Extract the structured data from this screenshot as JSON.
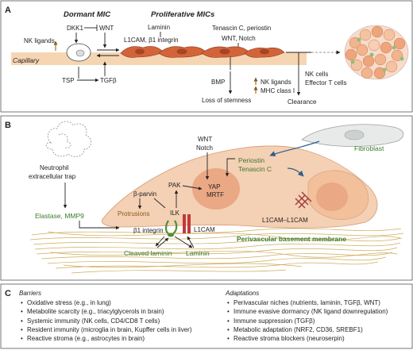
{
  "panels": {
    "a": {
      "letter": "A",
      "dormant_title": "Dormant MIC",
      "proliferative_title": "Proliferative MICs",
      "nk_ligands_left": "NK ligands",
      "dkk1": "DKK1",
      "wnt_left": "WNT",
      "capillary": "Capillary",
      "tsp": "TSP",
      "tgfb": "TGFβ",
      "laminin": "Laminin",
      "l1cam_b1": "L1CAM, β1 integrin",
      "tenascin_periostin": "Tenascin C, periostin",
      "wnt_notch": "WNT, Notch",
      "bmp": "BMP",
      "loss_of_stemness": "Loss of stemness",
      "nk_ligands_right": "NK ligands",
      "mhc_class_i": "MHC class I",
      "clearance": "Clearance",
      "nk_cells": "NK cells",
      "effector_t_cells": "Effector T cells"
    },
    "b": {
      "letter": "B",
      "neutrophil_trap_1": "Neutrophil",
      "neutrophil_trap_2": "extracellular trap",
      "elastase": "Elastase, MMP9",
      "wnt": "WNT",
      "notch": "Notch",
      "fibroblast": "Fibroblast",
      "periostin": "Periostin",
      "tenascin_c": "Tenascin C",
      "pak": "PAK",
      "yap": "YAP",
      "mrtf": "MRTF",
      "beta_parvin": "β-parvin",
      "protrusions": "Protrusions",
      "ilk": "ILK",
      "b1_integrin": "β1 integrin",
      "l1cam": "L1CAM",
      "l1cam_l1cam": "L1CAM–L1CAM",
      "perivascular_bm": "Perivascular basement membrane",
      "cleaved_laminin": "Cleaved laminin",
      "laminin": "Laminin"
    },
    "c": {
      "letter": "C",
      "barriers_title": "Barriers",
      "barriers": [
        "Oxidative stress (e.g., in lung)",
        "Metabolite scarcity (e.g., triacylglycerols in brain)",
        "Systemic immunity (NK cells, CD4/CD8 T cells)",
        "Resident immunity (microglia in brain, Kupffer cells in liver)",
        "Reactive stroma (e.g., astrocytes in brain)"
      ],
      "adaptations_title": "Adaptations",
      "adaptations": [
        "Perivascular niches (nutrients, laminin, TGFβ, WNT)",
        "Immune evasive dormancy (NK ligand downregulation)",
        "Immune suppression (TGFβ)",
        "Metabolic adaptation (NRF2, CD36, SREBF1)",
        "Reactive stroma blockers (neuroserpin)"
      ]
    }
  },
  "colors": {
    "capillary": "#f6d5b3",
    "cell_fill": "#f2c09a",
    "nucleus": "#e0743e",
    "dark_cell": "#d3643a",
    "green_text": "#3b7a2a",
    "fiber": "#c9a34a",
    "integrin_green": "#4f8f34",
    "l1cam_red": "#c23a3a",
    "fibroblast": "#e8eaea"
  }
}
